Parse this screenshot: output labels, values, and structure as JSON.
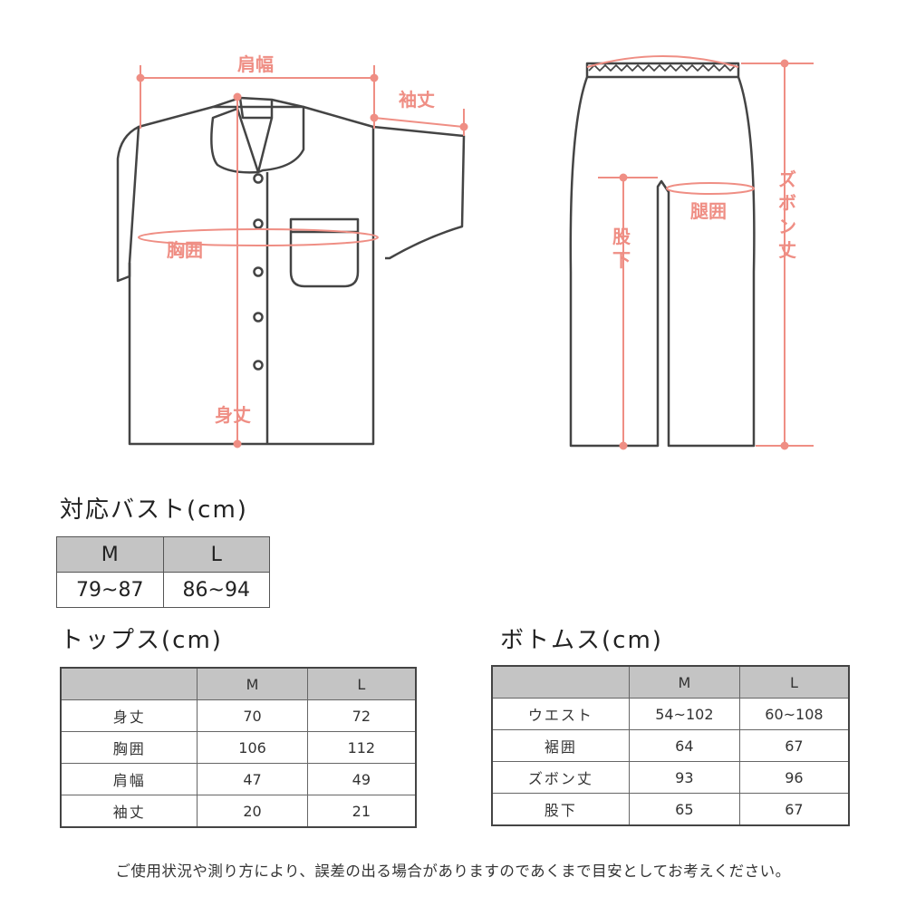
{
  "diagram": {
    "labels": {
      "shoulder_width": "肩幅",
      "sleeve_length": "袖丈",
      "chest": "胸囲",
      "body_length": "身丈",
      "thigh": "腿囲",
      "inseam": "股下",
      "pants_length": "ズボン丈"
    },
    "colors": {
      "outline": "#444444",
      "measure": "#ef8e84",
      "label": "#ef8e84"
    }
  },
  "bust": {
    "title": "対応バスト(cm)",
    "headers": [
      "M",
      "L"
    ],
    "values": [
      "79~87",
      "86~94"
    ]
  },
  "tops": {
    "title": "トップス(cm)",
    "headers": [
      "",
      "M",
      "L"
    ],
    "rows": [
      {
        "label": "身丈",
        "m": "70",
        "l": "72"
      },
      {
        "label": "胸囲",
        "m": "106",
        "l": "112"
      },
      {
        "label": "肩幅",
        "m": "47",
        "l": "49"
      },
      {
        "label": "袖丈",
        "m": "20",
        "l": "21"
      }
    ]
  },
  "bottoms": {
    "title": "ボトムス(cm)",
    "headers": [
      "",
      "M",
      "L"
    ],
    "rows": [
      {
        "label": "ウエスト",
        "m": "54~102",
        "l": "60~108"
      },
      {
        "label": "裾囲",
        "m": "64",
        "l": "67"
      },
      {
        "label": "ズボン丈",
        "m": "93",
        "l": "96"
      },
      {
        "label": "股下",
        "m": "65",
        "l": "67"
      }
    ]
  },
  "footnote": "ご使用状況や測り方により、誤差の出る場合がありますのであくまで目安としてお考えください。"
}
